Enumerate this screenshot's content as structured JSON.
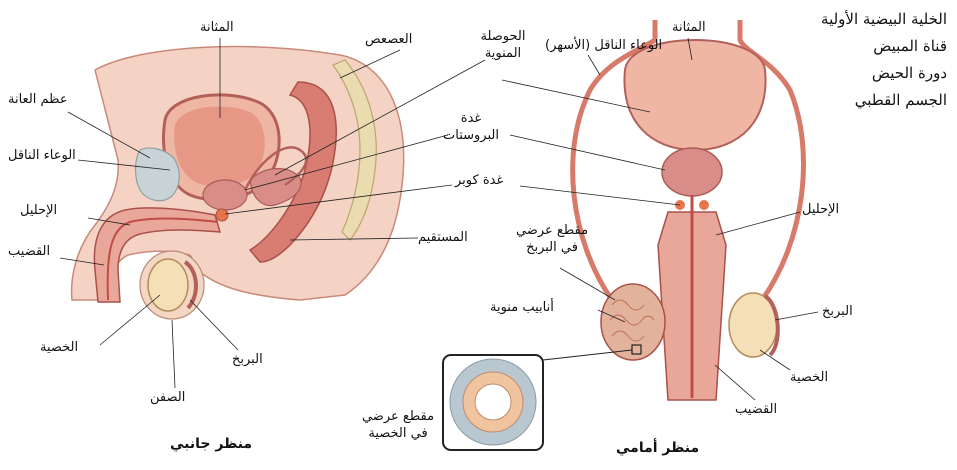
{
  "legend_items": [
    "الخلية البيضية الأولية",
    "قناة المبيض",
    "دورة الحيض",
    "الجسم القطبي"
  ],
  "side_view": {
    "caption": "منظر جانبي",
    "labels": {
      "bladder": "المثانة",
      "coccyx": "العصعص",
      "pubic_bone": "عظم العانة",
      "seminal_vesicle": "الحوصلة المنوية",
      "vas_deferens": "الوعاء الناقل",
      "prostate": "غدة البروستات",
      "cowper": "غدة كوبر",
      "urethra": "الإحليل",
      "rectum": "المستقيم",
      "penis": "القضيب",
      "testis": "الخصية",
      "epididymis": "البربخ",
      "scrotum": "الصفن"
    }
  },
  "front_view": {
    "caption": "منظر أمامي",
    "labels": {
      "vas_deferens_left": "الوعاء الناقل (الأسهر)",
      "bladder": "المثانة",
      "section_epididymis": "مقطع عرضي في البربخ",
      "urethra": "الإحليل",
      "seminiferous_tubules": "أنابيب منوية",
      "epididymis": "البربخ",
      "testis": "الخصية",
      "penis": "القضيب",
      "section_testis": "مقطع عرضي في الخصية"
    }
  },
  "colors": {
    "tissue": "#e9a79a",
    "tissue_dark": "#c96f6a",
    "bladder": "#f0b6a4",
    "gland": "#d98d88",
    "testis": "#f4dfb6",
    "bone": "#c9d3d6",
    "vessel": "#d87a6a"
  }
}
